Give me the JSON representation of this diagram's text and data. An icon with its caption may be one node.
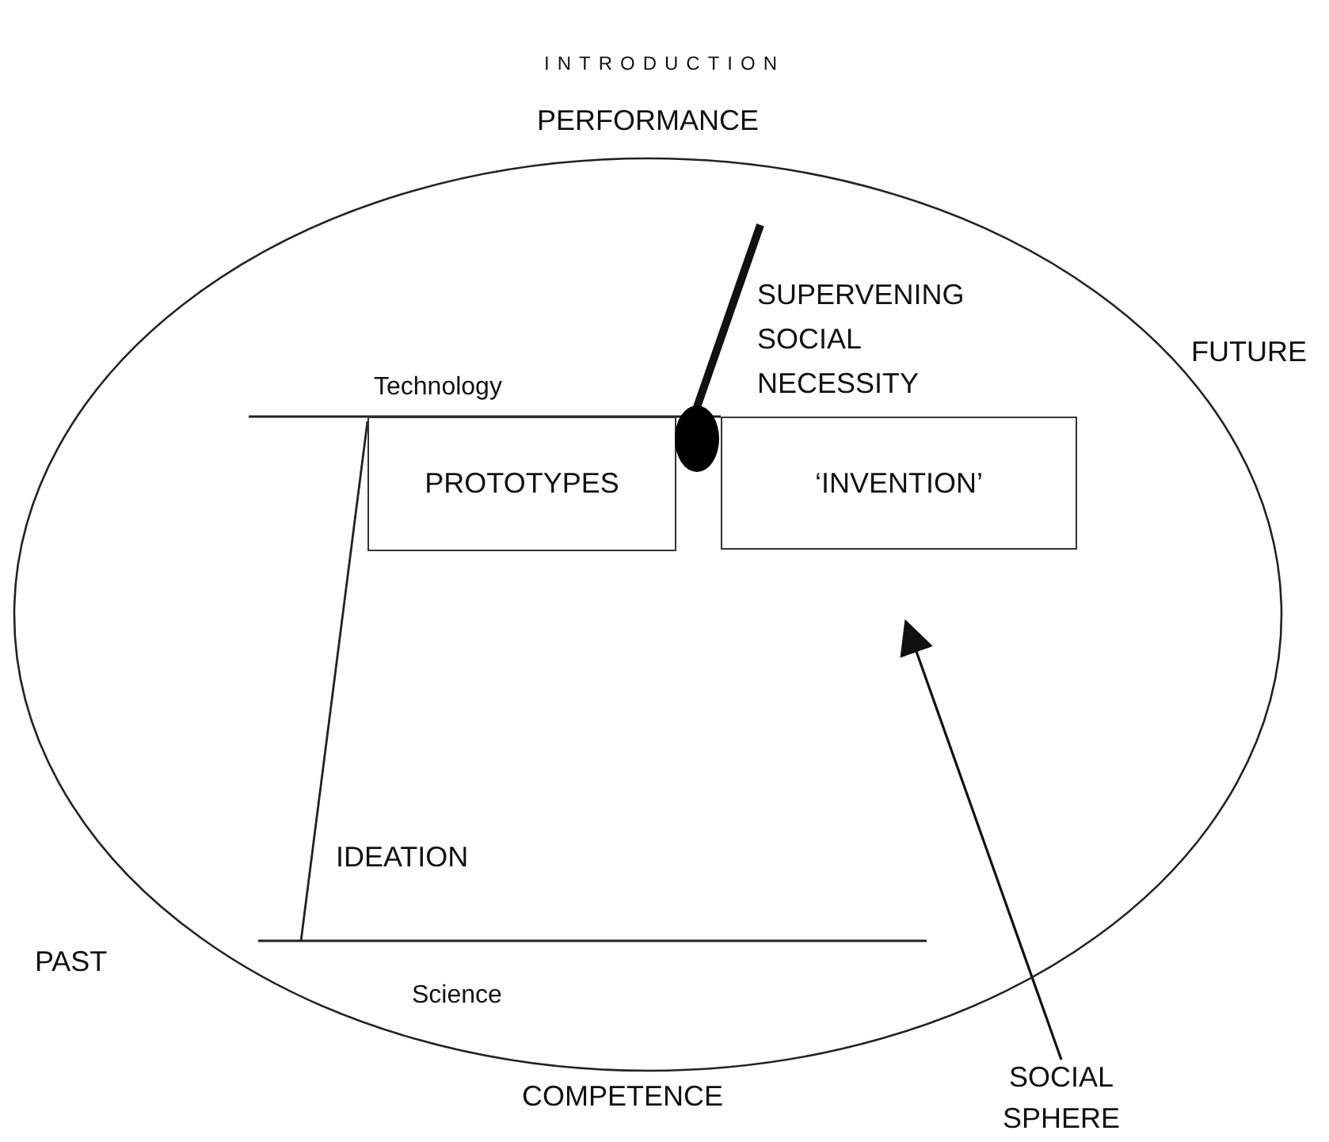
{
  "diagram": {
    "title": "INTRODUCTION",
    "nodes": [
      {
        "text": [],
        "shape": "ellipse"
      },
      {
        "text": [
          "PROTOTYPES"
        ],
        "in": 0
      },
      {
        "text": [
          "‘INVENTION’"
        ],
        "in": 0
      },
      {
        "text": [],
        "shape": "circle",
        "in": 0
      },
      {
        "text": [
          "SOCIAL SPHERE"
        ]
      }
    ],
    "edges": [
      {
        "from": 3,
        "to": null,
        "arrow": "none",
        "style": "thick"
      },
      {
        "from": 4,
        "to": null,
        "arrow": "to"
      }
    ],
    "labels": [
      "PERFORMANCE",
      "SUPERVENING SOCIAL NECESSITY",
      "FUTURE",
      "Technology",
      "IDEATION",
      "PAST",
      "Science",
      "COMPETENCE"
    ]
  }
}
